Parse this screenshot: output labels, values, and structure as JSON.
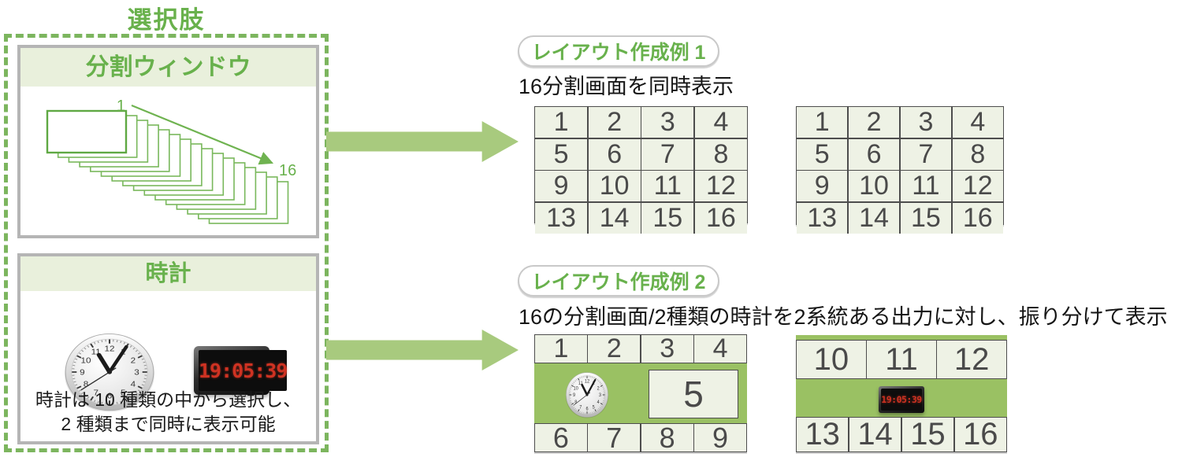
{
  "palette": {
    "green_accent": "#68b14c",
    "dash_green": "#7cb55e",
    "arrow_green": "#a8ca7e",
    "band_green": "#9ac163",
    "header_bg_green": "#e9f0dc",
    "panel_border_gray": "#b5b5b5",
    "cell_bg": "#eef2e5",
    "cell_border": "#4d4d4d",
    "number_gray": "#4a4a4a",
    "digital_red": "#cf3222"
  },
  "options": {
    "title": "選択肢",
    "split_panel": {
      "title": "分割ウィンドウ",
      "start_label": "1",
      "end_label": "16"
    },
    "clock_panel": {
      "title": "時計",
      "digital_time": "19:05:39",
      "desc_line1": "時計は 10 種類の中から選択し、",
      "desc_line2": "2 種類まで同時に表示可能",
      "analog_numerals": [
        "1",
        "2",
        "3",
        "4",
        "5",
        "6",
        "7",
        "8",
        "9",
        "10",
        "11",
        "12"
      ]
    }
  },
  "example1": {
    "badge": "レイアウト作成例 1",
    "subtitle": "16分割画面を同時表示",
    "grid_left": {
      "rows": [
        [
          "1",
          "2",
          "3",
          "4"
        ],
        [
          "5",
          "6",
          "7",
          "8"
        ],
        [
          "9",
          "10",
          "11",
          "12"
        ],
        [
          "13",
          "14",
          "15",
          "16"
        ]
      ]
    },
    "grid_right": {
      "rows": [
        [
          "1",
          "2",
          "3",
          "4"
        ],
        [
          "5",
          "6",
          "7",
          "8"
        ],
        [
          "9",
          "10",
          "11",
          "12"
        ],
        [
          "13",
          "14",
          "15",
          "16"
        ]
      ]
    }
  },
  "example2": {
    "badge": "レイアウト作成例 2",
    "subtitle": "16の分割画面/2種類の時計を2系統ある出力に対し、振り分けて表示",
    "grid_left": {
      "row_top": [
        "1",
        "2",
        "3",
        "4"
      ],
      "center_cell": "5",
      "row_bottom": [
        "6",
        "7",
        "8",
        "9"
      ]
    },
    "grid_right": {
      "row_top": [
        "10",
        "11",
        "12"
      ],
      "digital_time": "19:05:39",
      "row_bottom": [
        "13",
        "14",
        "15",
        "16"
      ]
    }
  }
}
